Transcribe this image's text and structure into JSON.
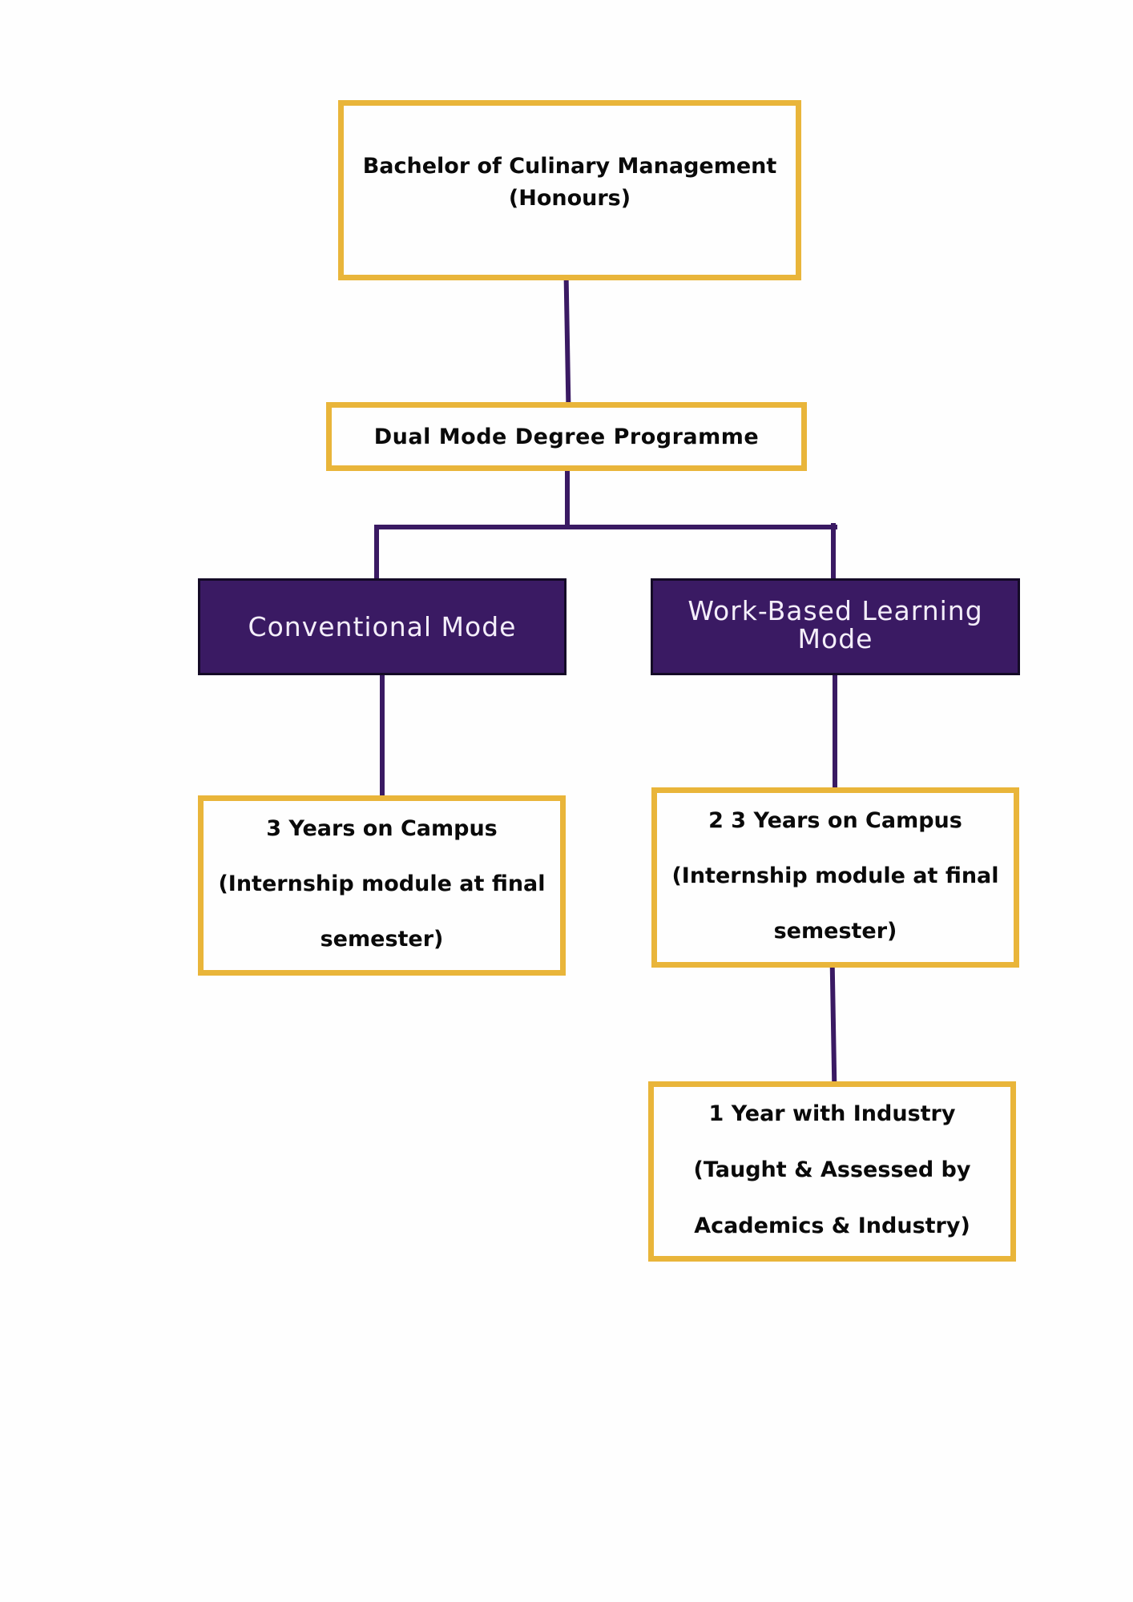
{
  "diagram": {
    "root": {
      "lines": [
        "Bachelor of Culinary Management",
        "(Honours)"
      ]
    },
    "programme": {
      "label": "Dual Mode Degree Programme"
    },
    "modes": [
      {
        "label": "Conventional Mode",
        "details": [
          "3 Years on Campus",
          "(Internship module at final",
          "semester)"
        ]
      },
      {
        "label_lines": [
          "Work-Based Learning",
          "Mode"
        ],
        "details": [
          "2 3 Years on Campus",
          "(Internship module at final",
          "semester)"
        ],
        "next": {
          "details": [
            "1 Year with Industry",
            "(Taught & Assessed by",
            "Academics & Industry)"
          ]
        }
      }
    ],
    "colors": {
      "box_border": "#e9b53a",
      "mode_fill": "#3a1a63",
      "connector": "#3a1a63"
    }
  }
}
